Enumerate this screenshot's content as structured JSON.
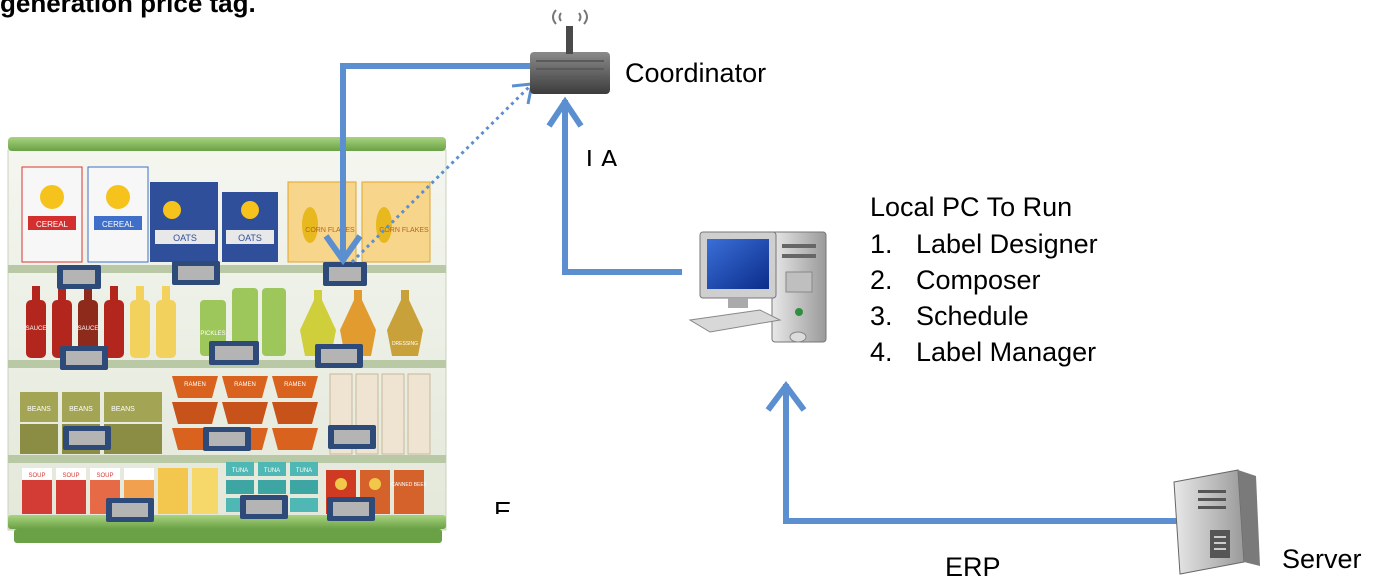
{
  "title": "generation price tag.",
  "coordinator": {
    "label": "Coordinator"
  },
  "local_pc": {
    "title": "Local PC To Run",
    "items": [
      {
        "num": "1.",
        "label": "Label Designer"
      },
      {
        "num": "2.",
        "label": "Composer"
      },
      {
        "num": "3.",
        "label": "Schedule"
      },
      {
        "num": "4.",
        "label": "Label Manager"
      }
    ]
  },
  "server": {
    "label": "Server"
  },
  "edges": {
    "erp_label": "ERP",
    "la_label": "LA",
    "e_label": "E"
  },
  "shelf": {
    "row1": {
      "cereal": "CEREAL",
      "oats": "OATS",
      "corn_flakes": "CORN FLAKES"
    },
    "row2": {
      "sauce": "SAUCE",
      "pickles": "PICKLES",
      "dressing": "DRESSING"
    },
    "row3": {
      "beans": "BEANS",
      "ramen": "RAMEN"
    },
    "row4": {
      "soup": "SOUP",
      "tuna": "TUNA",
      "canned_beef": "CANNED BEEF"
    }
  },
  "colors": {
    "arrow": "#5b8fd0",
    "shelf_green": "#8fc06a",
    "tag_border": "#2d4a78",
    "tag_screen": "#b4b4b4"
  }
}
